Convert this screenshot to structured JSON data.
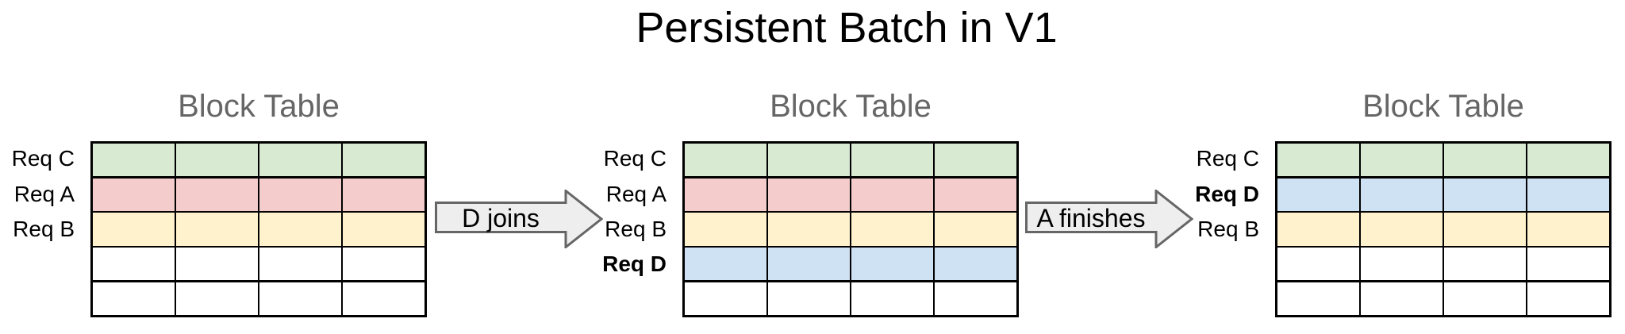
{
  "title": "Persistent Batch in V1",
  "tables": [
    {
      "heading": "Block Table",
      "columns": 4,
      "rows": [
        {
          "label": "Req C",
          "bold": false,
          "color": "#d9ead3"
        },
        {
          "label": "Req A",
          "bold": false,
          "color": "#f4cccc"
        },
        {
          "label": "Req B",
          "bold": false,
          "color": "#fff2cc"
        },
        {
          "label": "",
          "bold": false,
          "color": "#ffffff"
        },
        {
          "label": "",
          "bold": false,
          "color": "#ffffff"
        }
      ]
    },
    {
      "heading": "Block Table",
      "columns": 4,
      "rows": [
        {
          "label": "Req C",
          "bold": false,
          "color": "#d9ead3"
        },
        {
          "label": "Req A",
          "bold": false,
          "color": "#f4cccc"
        },
        {
          "label": "Req B",
          "bold": false,
          "color": "#fff2cc"
        },
        {
          "label": "Req D",
          "bold": true,
          "color": "#cfe2f3"
        },
        {
          "label": "",
          "bold": false,
          "color": "#ffffff"
        }
      ]
    },
    {
      "heading": "Block Table",
      "columns": 4,
      "rows": [
        {
          "label": "Req C",
          "bold": false,
          "color": "#d9ead3"
        },
        {
          "label": "Req D",
          "bold": true,
          "color": "#cfe2f3"
        },
        {
          "label": "Req B",
          "bold": false,
          "color": "#fff2cc"
        },
        {
          "label": "",
          "bold": false,
          "color": "#ffffff"
        },
        {
          "label": "",
          "bold": false,
          "color": "#ffffff"
        }
      ]
    }
  ],
  "arrows": [
    {
      "label": "D joins"
    },
    {
      "label": "A finishes"
    }
  ],
  "colors": {
    "row_green": "#d9ead3",
    "row_red": "#f4cccc",
    "row_yellow": "#fff2cc",
    "row_blue": "#cfe2f3",
    "table_border": "#000000",
    "heading_text": "#666666",
    "arrow_fill": "#eeeeee",
    "arrow_border": "#666666",
    "title_text": "#000000"
  }
}
